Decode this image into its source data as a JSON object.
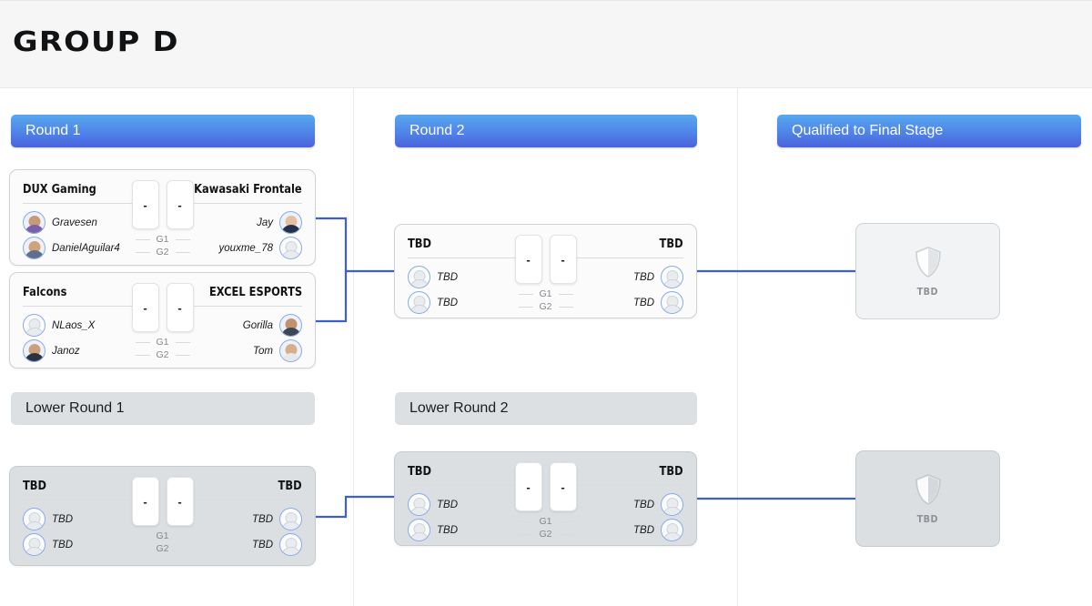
{
  "page": {
    "title": "GROUP D",
    "background": "#ffffff",
    "header_background": "#f6f6f7",
    "accent_blue": "#4f83e8",
    "lower_gray": "#dde0e2",
    "divider": "#e7e9eb",
    "connector_color": "#3e5fd0"
  },
  "rounds": {
    "round1": "Round 1",
    "round2": "Round 2",
    "qualified": "Qualified to Final Stage",
    "lower_round1": "Lower Round 1",
    "lower_round2": "Lower Round 2"
  },
  "labels": {
    "g1": "G1",
    "g2": "G2",
    "score_placeholder": "-",
    "tbd": "TBD"
  },
  "matches": [
    {
      "id": "upper-r1-m1",
      "left": {
        "team": "DUX Gaming",
        "players": [
          {
            "name": "Gravesen",
            "avatar": "photo-avatar"
          },
          {
            "name": "DanielAguilar4",
            "avatar": "photo-avatar"
          }
        ]
      },
      "right": {
        "team": "Kawasaki Frontale",
        "players": [
          {
            "name": "Jay",
            "avatar": "photo-avatar"
          },
          {
            "name": "youxme_78",
            "avatar": "placeholder-avatar-icon"
          }
        ]
      },
      "scores": [
        "-",
        "-"
      ],
      "games": [
        "G1",
        "G2"
      ]
    },
    {
      "id": "upper-r1-m2",
      "left": {
        "team": "Falcons",
        "players": [
          {
            "name": "NLaos_X",
            "avatar": "placeholder-avatar-icon"
          },
          {
            "name": "Janoz",
            "avatar": "photo-avatar"
          }
        ]
      },
      "right": {
        "team": "EXCEL ESPORTS",
        "players": [
          {
            "name": "Gorilla",
            "avatar": "photo-avatar"
          },
          {
            "name": "Tom",
            "avatar": "photo-avatar"
          }
        ]
      },
      "scores": [
        "-",
        "-"
      ],
      "games": [
        "G1",
        "G2"
      ]
    },
    {
      "id": "upper-r2-m1",
      "left": {
        "team": "TBD",
        "players": [
          {
            "name": "TBD",
            "avatar": "placeholder-avatar-icon"
          },
          {
            "name": "TBD",
            "avatar": "placeholder-avatar-icon"
          }
        ]
      },
      "right": {
        "team": "TBD",
        "players": [
          {
            "name": "TBD",
            "avatar": "placeholder-avatar-icon"
          },
          {
            "name": "TBD",
            "avatar": "placeholder-avatar-icon"
          }
        ]
      },
      "scores": [
        "-",
        "-"
      ],
      "games": [
        "G1",
        "G2"
      ]
    },
    {
      "id": "lower-r1-m1",
      "left": {
        "team": "TBD",
        "players": [
          {
            "name": "TBD",
            "avatar": "placeholder-avatar-icon"
          },
          {
            "name": "TBD",
            "avatar": "placeholder-avatar-icon"
          }
        ]
      },
      "right": {
        "team": "TBD",
        "players": [
          {
            "name": "TBD",
            "avatar": "placeholder-avatar-icon"
          },
          {
            "name": "TBD",
            "avatar": "placeholder-avatar-icon"
          }
        ]
      },
      "scores": [
        "-",
        "-"
      ],
      "games": [
        "G1",
        "G2"
      ]
    },
    {
      "id": "lower-r2-m1",
      "left": {
        "team": "TBD",
        "players": [
          {
            "name": "TBD",
            "avatar": "placeholder-avatar-icon"
          },
          {
            "name": "TBD",
            "avatar": "placeholder-avatar-icon"
          }
        ]
      },
      "right": {
        "team": "TBD",
        "players": [
          {
            "name": "TBD",
            "avatar": "placeholder-avatar-icon"
          },
          {
            "name": "TBD",
            "avatar": "placeholder-avatar-icon"
          }
        ]
      },
      "scores": [
        "-",
        "-"
      ],
      "games": [
        "G1",
        "G2"
      ]
    }
  ],
  "qualified_slots": [
    {
      "id": "qualified-upper",
      "label": "TBD",
      "icon": "shield-icon"
    },
    {
      "id": "qualified-lower",
      "label": "TBD",
      "icon": "shield-icon"
    }
  ]
}
